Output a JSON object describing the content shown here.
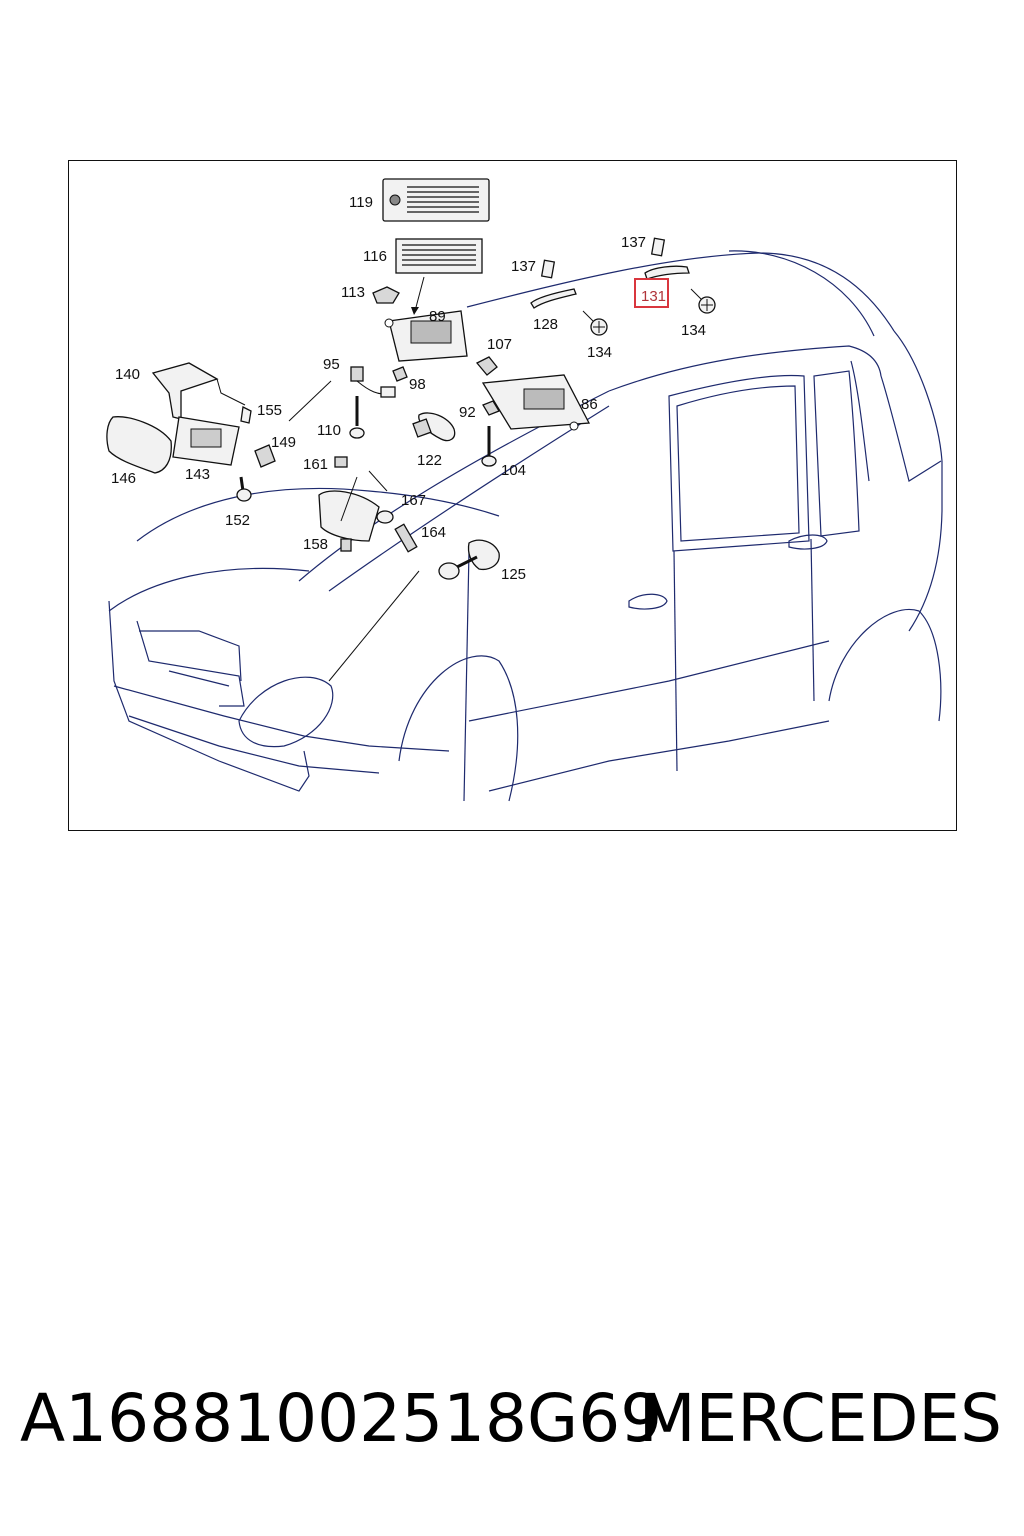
{
  "diagram": {
    "callouts": {
      "c119": "119",
      "c116": "116",
      "c113": "113",
      "c89": "89",
      "c137a": "137",
      "c137b": "137",
      "c131": "131",
      "c128": "128",
      "c134a": "134",
      "c134b": "134",
      "c107": "107",
      "c95": "95",
      "c98": "98",
      "c140": "140",
      "c155": "155",
      "c149": "149",
      "c110": "110",
      "c122": "122",
      "c92": "92",
      "c86": "86",
      "c104": "104",
      "c146": "146",
      "c143": "143",
      "c161": "161",
      "c167": "167",
      "c152": "152",
      "c158": "158",
      "c164": "164",
      "c125": "125"
    },
    "highlight_color": "#d9363e"
  },
  "caption": {
    "part_number": "A16881002518G69",
    "brand": "MERCEDES"
  }
}
